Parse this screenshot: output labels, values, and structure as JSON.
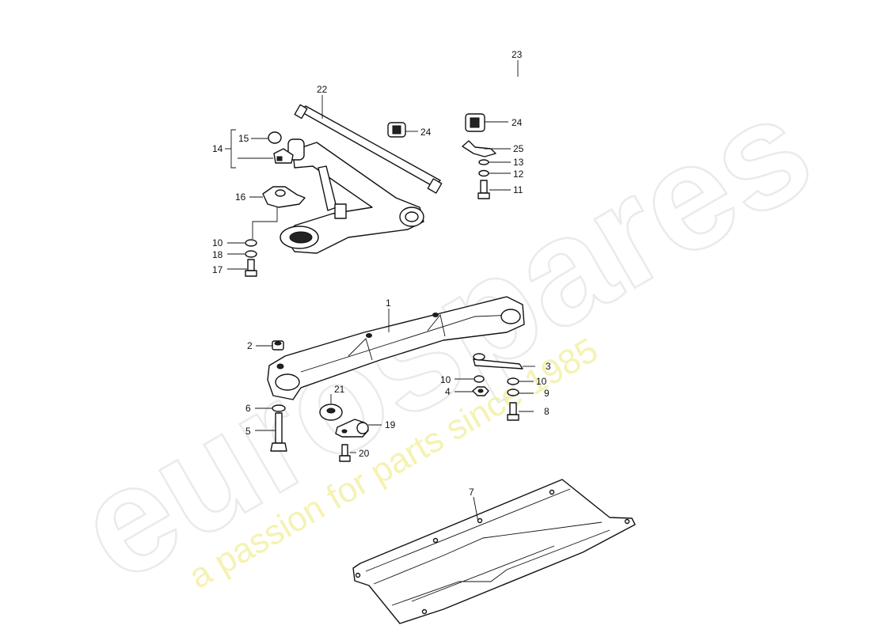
{
  "watermark": {
    "brand": "eurospares",
    "tagline": "a passion for parts since 1985"
  },
  "callouts": [
    {
      "id": "c1",
      "text": "1"
    },
    {
      "id": "c2",
      "text": "2"
    },
    {
      "id": "c3",
      "text": "3"
    },
    {
      "id": "c4",
      "text": "4"
    },
    {
      "id": "c5",
      "text": "5"
    },
    {
      "id": "c6",
      "text": "6"
    },
    {
      "id": "c7",
      "text": "7"
    },
    {
      "id": "c8",
      "text": "8"
    },
    {
      "id": "c9",
      "text": "9"
    },
    {
      "id": "c10a",
      "text": "10"
    },
    {
      "id": "c10b",
      "text": "10"
    },
    {
      "id": "c10c",
      "text": "10"
    },
    {
      "id": "c11",
      "text": "11"
    },
    {
      "id": "c12",
      "text": "12"
    },
    {
      "id": "c13",
      "text": "13"
    },
    {
      "id": "c14",
      "text": "14"
    },
    {
      "id": "c15",
      "text": "15"
    },
    {
      "id": "c16",
      "text": "16"
    },
    {
      "id": "c17",
      "text": "17"
    },
    {
      "id": "c18",
      "text": "18"
    },
    {
      "id": "c19",
      "text": "19"
    },
    {
      "id": "c20",
      "text": "20"
    },
    {
      "id": "c21",
      "text": "21"
    },
    {
      "id": "c22",
      "text": "22"
    },
    {
      "id": "c23",
      "text": "23"
    },
    {
      "id": "c24a",
      "text": "24"
    },
    {
      "id": "c24b",
      "text": "24"
    },
    {
      "id": "c25",
      "text": "25"
    }
  ]
}
